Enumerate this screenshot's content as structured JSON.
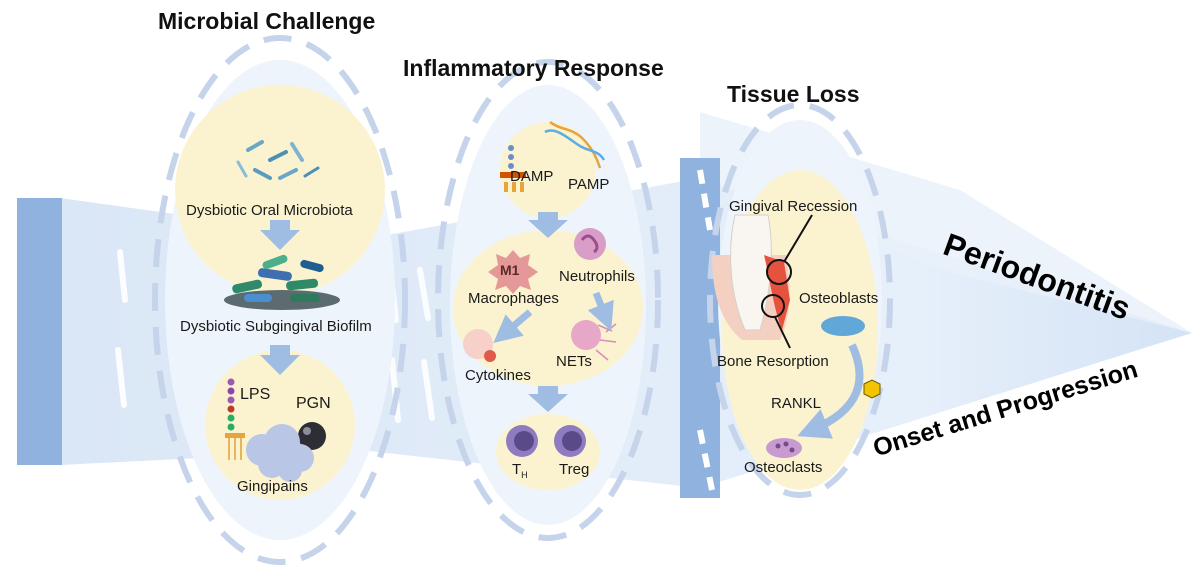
{
  "stages": [
    {
      "title": "Microbial Challenge"
    },
    {
      "title": "Inflammatory Response"
    },
    {
      "title": "Tissue Loss"
    }
  ],
  "microbial": {
    "microbiota": "Dysbiotic Oral Microbiota",
    "biofilm": "Dysbiotic Subgingival Biofilm",
    "lps": "LPS",
    "pgn": "PGN",
    "gingipains": "Gingipains"
  },
  "inflammatory": {
    "damp": "DAMP",
    "pamp": "PAMP",
    "m1": "M1",
    "macrophages": "Macrophages",
    "neutrophils": "Neutrophils",
    "cytokines": "Cytokines",
    "nets": "NETs",
    "th_main": "T",
    "th_sub": "H",
    "treg": "Treg"
  },
  "tissue": {
    "gingival_recession": "Gingival Recession",
    "osteoblasts": "Osteoblasts",
    "bone_resorption": "Bone Resorption",
    "rankl": "RANKL",
    "osteoclasts": "Osteoclasts"
  },
  "outcome": {
    "title": "Periodontitis",
    "subtitle": "Onset and Progression"
  },
  "colors": {
    "funnel": "#c9dcf2",
    "band": "#8fb2de",
    "dash": "#c5d4ea",
    "bubble": "#fbf3cf",
    "arrow": "#9fbce3"
  }
}
